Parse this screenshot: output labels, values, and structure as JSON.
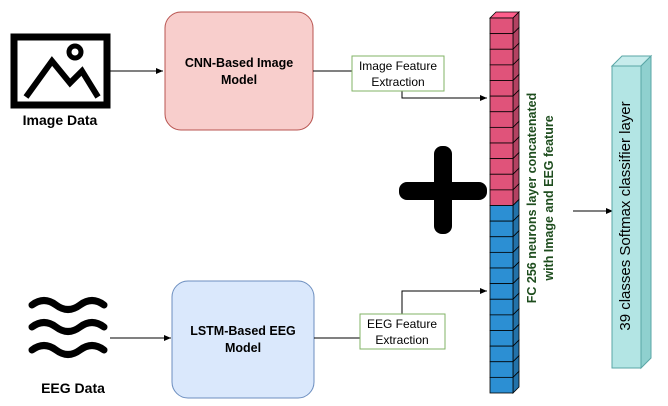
{
  "inputs": {
    "image_label": "Image Data",
    "eeg_label": "EEG Data"
  },
  "models": {
    "cnn_line1": "CNN-Based Image",
    "cnn_line2": "Model",
    "lstm_line1": "LSTM-Based EEG",
    "lstm_line2": "Model"
  },
  "features": {
    "image_line1": "Image Feature",
    "image_line2": "Extraction",
    "eeg_line1": "EEG Feature",
    "eeg_line2": "Extraction"
  },
  "fc_layer": {
    "line1": "FC 256 neurons layer concatenated",
    "line2": "with Image and EEG feature",
    "image_segments": 12,
    "eeg_segments": 12
  },
  "classifier": {
    "label": "39 classes Softmax classifier layer"
  },
  "colors": {
    "cnn_fill": "#f8cecc",
    "cnn_stroke": "#b85450",
    "lstm_fill": "#dae8fc",
    "lstm_stroke": "#6c8ebf",
    "image_feature": "#e0537a",
    "eeg_feature": "#2c8fd3",
    "classifier_fill": "#b3e5e4",
    "classifier_stroke": "#5aa6a6",
    "fc_label": "#1e4d1e",
    "feature_box_stroke": "#82b366",
    "plus": "#000000"
  },
  "icons": [
    "image-icon",
    "waves-icon",
    "plus-icon"
  ]
}
